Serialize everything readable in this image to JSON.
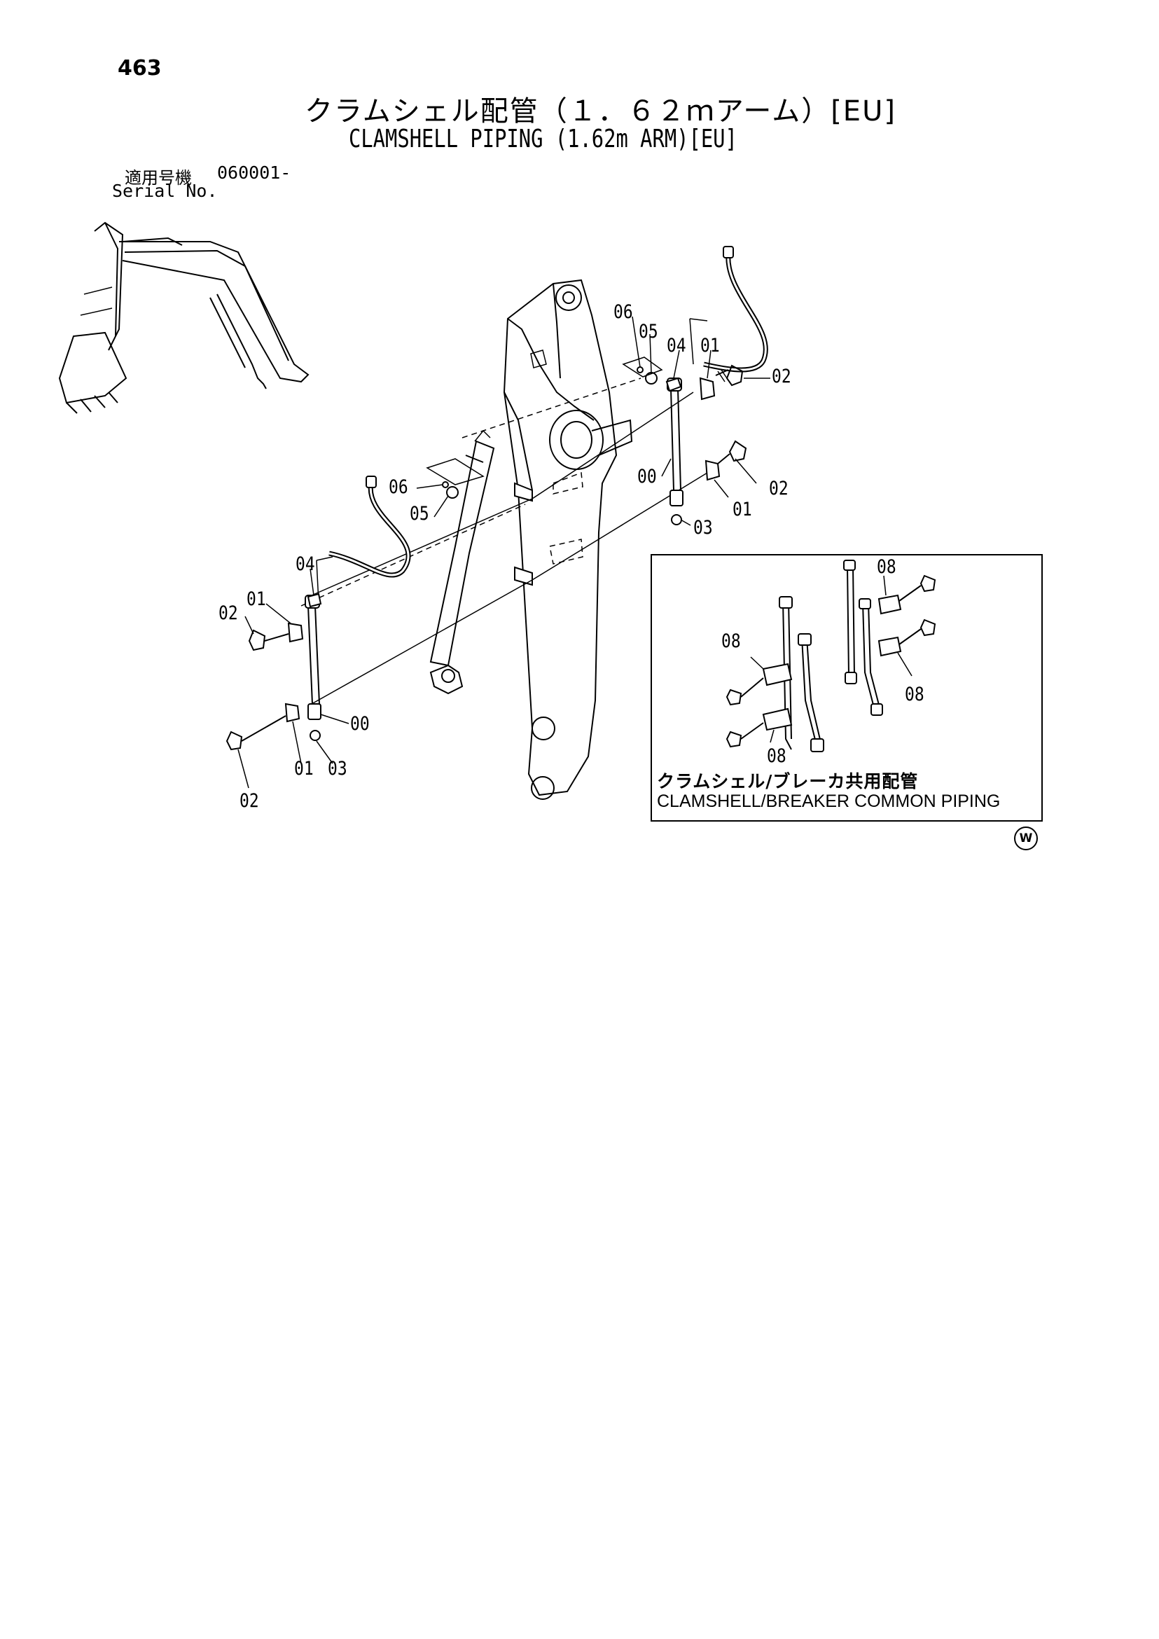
{
  "header": {
    "page_number": "463",
    "title_jp": "クラムシェル配管（１．６２ｍアーム）[EU]",
    "title_en": "CLAMSHELL PIPING (1.62m ARM)[EU]"
  },
  "serial": {
    "label_jp": "適用号機",
    "value": "060001-",
    "label_en": "Serial No."
  },
  "callouts": {
    "c06_top": "06",
    "c05_top": "05",
    "c04_top": "04",
    "c01_top": "01",
    "c02_top": "02",
    "c00_mid": "00",
    "c01_mid": "01",
    "c02_mid": "02",
    "c03_mid": "03",
    "c06_left": "06",
    "c05_left": "05",
    "c04_left": "04",
    "c01_left": "01",
    "c02_left": "02",
    "c00_low": "00",
    "c01_low": "01",
    "c03_low": "03",
    "c02_low": "02"
  },
  "inset": {
    "callouts": {
      "a": "08",
      "b": "08",
      "c": "08",
      "d": "08"
    },
    "caption_jp": "クラムシェル/ブレーカ共用配管",
    "caption_en": "CLAMSHELL/BREAKER COMMON PIPING"
  },
  "mark": "W"
}
